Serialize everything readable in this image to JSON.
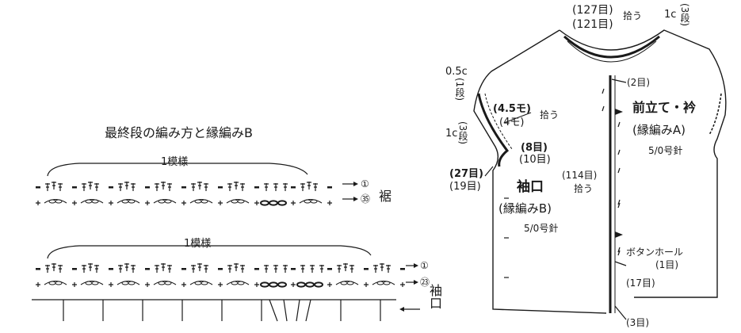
{
  "left": {
    "title": "最終段の編み方と縁編みB",
    "repeat_label": "1模様",
    "hem": {
      "label": "裾",
      "row_first": "①",
      "row_last": "㉟"
    },
    "cuff": {
      "label": "袖口",
      "row_first": "①",
      "row_last": "㉓"
    }
  },
  "right": {
    "top_count_outer": "(127目)",
    "top_count_inner": "(121目)",
    "pick_up": "拾う",
    "top_right_c": "1c",
    "top_right_rows": "(3段)",
    "sleeve_c_left": "0.5c",
    "sleeve_rows_left": "(1段)",
    "cap_count_outer": "(4.5モ)",
    "cap_count_inner": "(4モ)",
    "cap_pick_up": "拾う",
    "sleeve_c_left2": "1c",
    "sleeve_rows_left2": "(3段)",
    "mid_count_outer": "(8目)",
    "mid_count_inner": "(10目)",
    "low_count_outer": "(27目)",
    "low_count_inner": "(19目)",
    "cuff_title": "袖口",
    "cuff_sub": "(縁編みB)",
    "cuff_needle": "5/0号針",
    "center_count": "(114目)",
    "center_pick_up": "拾う",
    "neck_count": "(2目)",
    "front_title": "前立て・衿",
    "front_sub": "(縁編みA)",
    "front_needle": "5/0号針",
    "button_hole": "ボタンホール",
    "button_count": "(1目)",
    "bottom_count1": "(17目)",
    "bottom_count2": "(3目)"
  }
}
